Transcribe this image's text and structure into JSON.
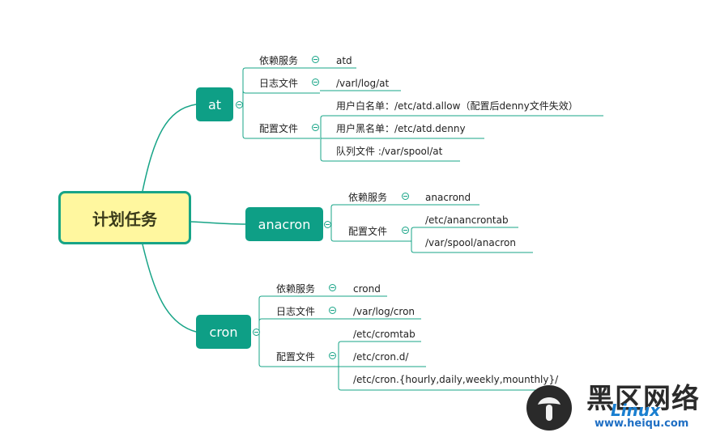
{
  "root": {
    "label": "计划任务"
  },
  "branches": {
    "at": {
      "label": "at",
      "dep_label": "依赖服务",
      "dep_value": "atd",
      "log_label": "日志文件",
      "log_value": "/varl/log/at",
      "cfg_label": "配置文件",
      "cfg_values": [
        "用户白名单：/etc/atd.allow（配置后denny文件失效）",
        "用户黑名单：/etc/atd.denny",
        "队列文件 :/var/spool/at"
      ]
    },
    "anacron": {
      "label": "anacron",
      "dep_label": "依赖服务",
      "dep_value": "anacrond",
      "cfg_label": "配置文件",
      "cfg_values": [
        "/etc/anancrontab",
        "/var/spool/anacron"
      ]
    },
    "cron": {
      "label": "cron",
      "dep_label": "依赖服务",
      "dep_value": "crond",
      "log_label": "日志文件",
      "log_value": "/var/log/cron",
      "cfg_label": "配置文件",
      "cfg_values": [
        "/etc/cromtab",
        "/etc/cron.d/",
        "/etc/cron.{hourly,daily,weekly,mounthly}/"
      ]
    }
  },
  "watermark": {
    "title": "黑区网络",
    "linux": "Linux",
    "site": "www.heiqu.com"
  },
  "colors": {
    "line": "#17a487",
    "node": "#0e9f86",
    "root_fill": "#fff79f"
  },
  "icons": [
    "collapse-toggle-icon",
    "penguin-logo-icon"
  ]
}
